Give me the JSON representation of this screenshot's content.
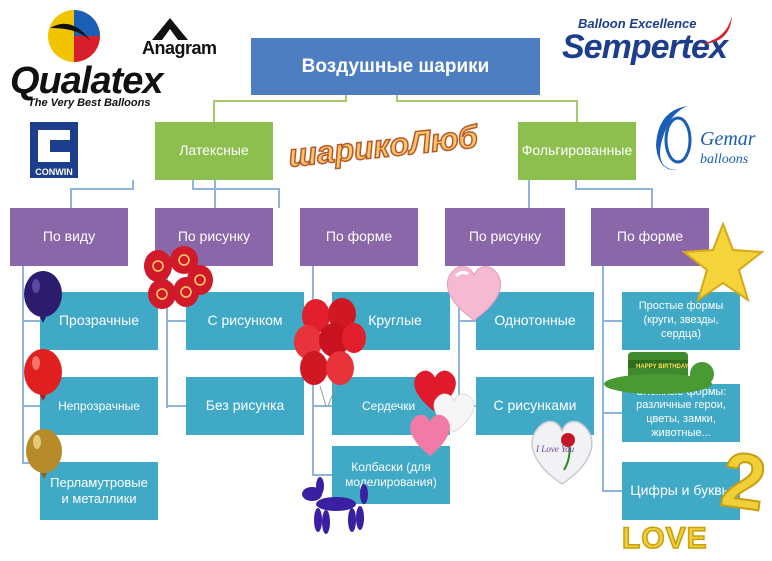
{
  "diagram": {
    "root": "Воздушные шарики",
    "categories": {
      "latex": "Латексные",
      "foil": "Фольгированные"
    },
    "latex": {
      "by_type": {
        "label": "По виду",
        "items": [
          "Прозрачные",
          "Непрозрачные",
          "Перламутровые и металлики"
        ]
      },
      "by_print": {
        "label": "По рисунку",
        "items": [
          "С рисунком",
          "Без рисунка"
        ]
      },
      "by_shape": {
        "label": "По форме",
        "items": [
          "Круглые",
          "Сердечки",
          "Колбаски (для моделирования)"
        ]
      }
    },
    "foil": {
      "by_print": {
        "label": "По рисунку",
        "items": [
          "Однотонные",
          "С рисунками"
        ]
      },
      "by_shape": {
        "label": "По форме",
        "items": [
          "Простые формы (круги, звезды, сердца)",
          "Сложные формы: различные герои, цветы, замки, животные...",
          "Цифры и буквы"
        ]
      }
    }
  },
  "logos": {
    "qualatex": "Qualatex",
    "qualatex_tagline": "The Very Best Balloons",
    "anagram": "Anagram",
    "conwin": "CONWIN",
    "sempertex_top": "Balloon Excellence",
    "sempertex": "Sempertex",
    "gemar": "Gemar",
    "gemar_sub": "balloons",
    "shop": "шарикоЛюб"
  },
  "decor": {
    "love": "LOVE",
    "i_love_you": "I Love You",
    "happy_birthday": "HAPPY BIRTHDAY",
    "number_two": "2"
  },
  "colors": {
    "root": "#4e7ec2",
    "category": "#8cbf4e",
    "subcategory": "#8a67a8",
    "leaf": "#3fa9c6"
  }
}
